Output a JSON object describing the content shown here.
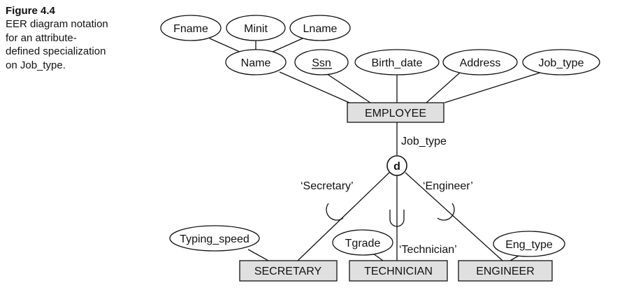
{
  "figure": {
    "label": "Figure 4.4",
    "caption_lines": [
      "EER diagram notation",
      "for an attribute-",
      "defined specialization",
      "on Job_type."
    ]
  },
  "attributes": {
    "fname": "Fname",
    "minit": "Minit",
    "lname": "Lname",
    "name": "Name",
    "ssn": "Ssn",
    "birth_date": "Birth_date",
    "address": "Address",
    "job_type": "Job_type",
    "typing_speed": "Typing_speed",
    "tgrade": "Tgrade",
    "eng_type": "Eng_type"
  },
  "entities": {
    "employee": "EMPLOYEE",
    "secretary": "SECRETARY",
    "technician": "TECHNICIAN",
    "engineer": "ENGINEER"
  },
  "specialization": {
    "defining_attribute": "Job_type",
    "constraint": "d",
    "labels": {
      "secretary": "‘Secretary’",
      "technician": "‘Technician’",
      "engineer": "‘Engineer’"
    }
  }
}
